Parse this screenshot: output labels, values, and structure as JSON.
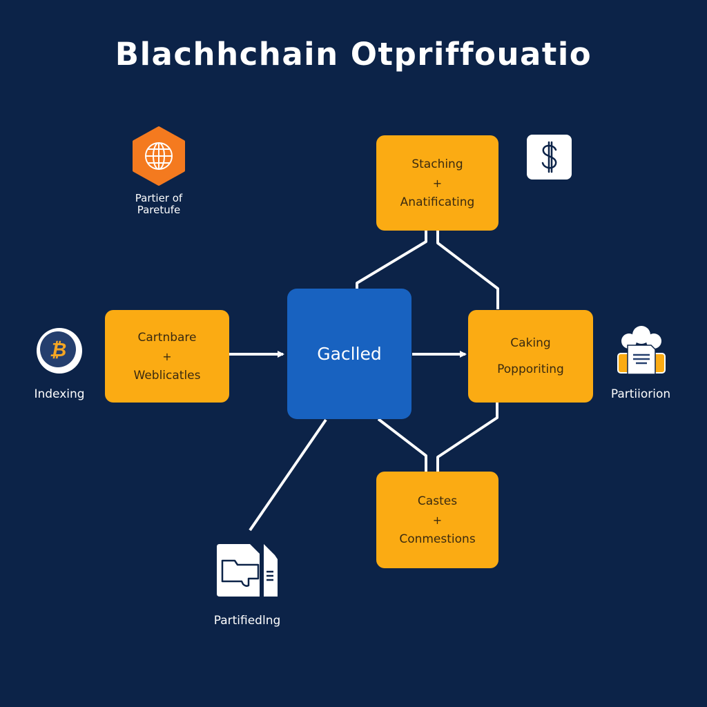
{
  "title": "Blachhchain Otpriffouatio",
  "colors": {
    "background": "#0c2348",
    "node_orange": "#fbab13",
    "node_blue": "#1862c0",
    "icon_orange": "#f47a1f",
    "connector": "#ffffff"
  },
  "nodes": {
    "top": {
      "line1": "Staching",
      "sep": "+",
      "line2": "Anatificating"
    },
    "left": {
      "line1": "Cartnbare",
      "sep": "+",
      "line2": "Weblicatles"
    },
    "center": {
      "label": "Gaclled"
    },
    "right": {
      "line1": "Caking",
      "line2": "Popporiting"
    },
    "bottom": {
      "line1": "Castes",
      "sep": "+",
      "line2": "Conmestions"
    }
  },
  "icons": {
    "globe": {
      "icon": "globe-hexagon-icon",
      "label_line1": "Partier of",
      "label_line2": "Paretufe"
    },
    "dollar": {
      "icon": "dollar-icon"
    },
    "bitcoin": {
      "icon": "bitcoin-icon",
      "label": "Indexing"
    },
    "team": {
      "icon": "team-document-icon",
      "label": "Partiiorion"
    },
    "folder": {
      "icon": "folder-document-icon",
      "label": "Partifiedlng"
    }
  },
  "edges": [
    {
      "from": "left",
      "to": "center",
      "arrow": true
    },
    {
      "from": "center",
      "to": "right",
      "arrow": true
    },
    {
      "from": "center",
      "to": "top",
      "arrow": false
    },
    {
      "from": "top",
      "to": "right",
      "arrow": false
    },
    {
      "from": "center",
      "to": "bottom",
      "arrow": false
    },
    {
      "from": "right",
      "to": "bottom",
      "arrow": false
    },
    {
      "from": "center",
      "to": "folder",
      "arrow": false
    }
  ]
}
